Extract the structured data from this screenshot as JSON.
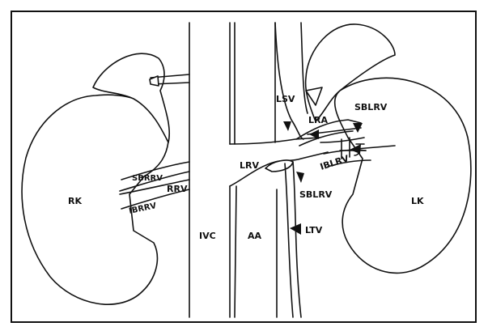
{
  "labels": {
    "rk": "RK",
    "lk": "LK",
    "ivc": "IVC",
    "aa": "AA",
    "lrv": "LRV",
    "lsv": "LSV",
    "lra": "LRA",
    "sblrv_upper": "SBLRV",
    "sblrv_lower": "SBLRV",
    "iblrv": "IBLRV",
    "sbrrv": "SBRRV",
    "rrv": "RRV",
    "ibrrv": "IBRRV",
    "ltv": "LTV"
  }
}
